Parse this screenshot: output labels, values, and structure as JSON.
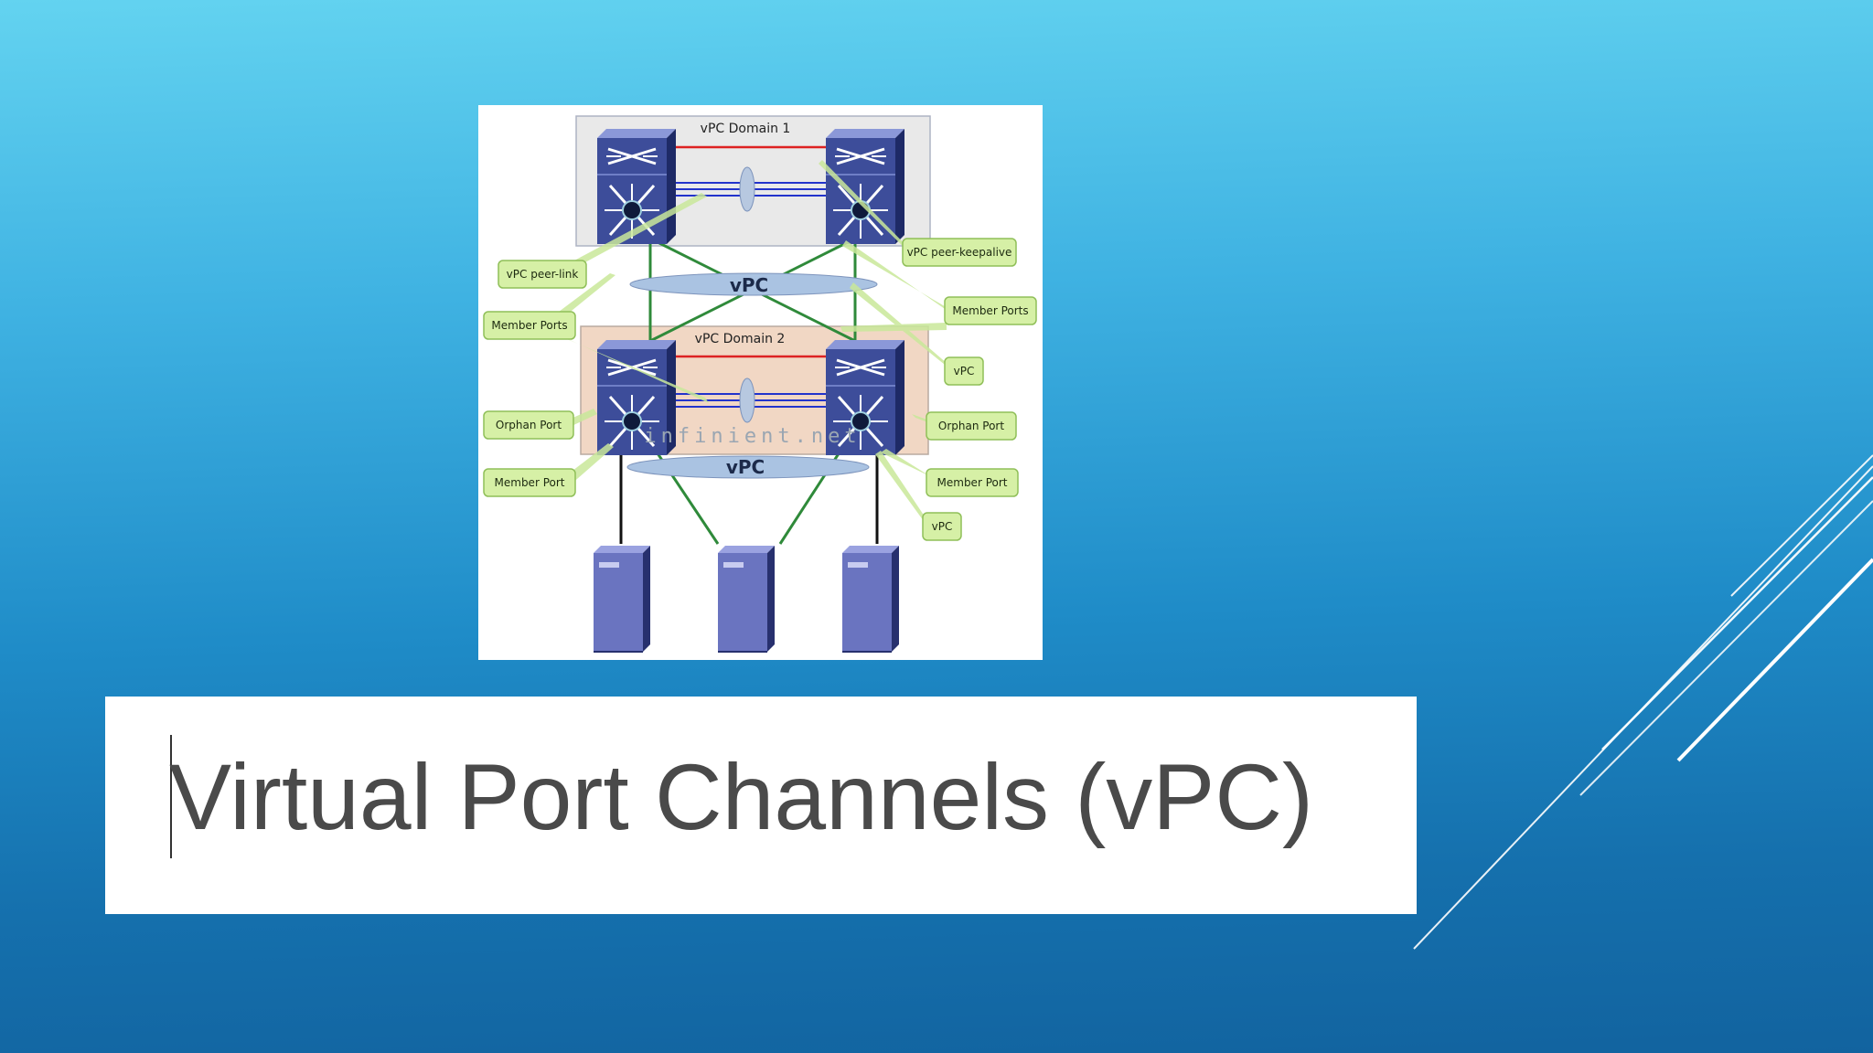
{
  "slide": {
    "title": "Virtual Port Channels (vPC)"
  },
  "diagram": {
    "domain1_label": "vPC Domain 1",
    "domain2_label": "vPC Domain 2",
    "vpc_upper": "vPC",
    "vpc_lower": "vPC",
    "watermark": "infinient.net",
    "labels": {
      "peer_link": "vPC peer-link",
      "peer_keepalive": "vPC peer-keepalive",
      "member_ports_left": "Member Ports",
      "member_ports_right": "Member Ports",
      "vpc_right_upper": "vPC",
      "orphan_port_left": "Orphan Port",
      "orphan_port_right": "Orphan Port",
      "member_port_left": "Member Port",
      "member_port_right": "Member Port",
      "vpc_right_lower": "vPC"
    }
  },
  "colors": {
    "background_top": "#63d3f0",
    "background_bottom": "#12639f",
    "title_text": "#4a4a4a",
    "switch_body": "#3d4d9a",
    "server_body": "#6a74c0",
    "label_fill": "#d6f0a6",
    "link_green": "#2f8a3a",
    "link_red": "#d22",
    "link_blue": "#2233cc"
  }
}
